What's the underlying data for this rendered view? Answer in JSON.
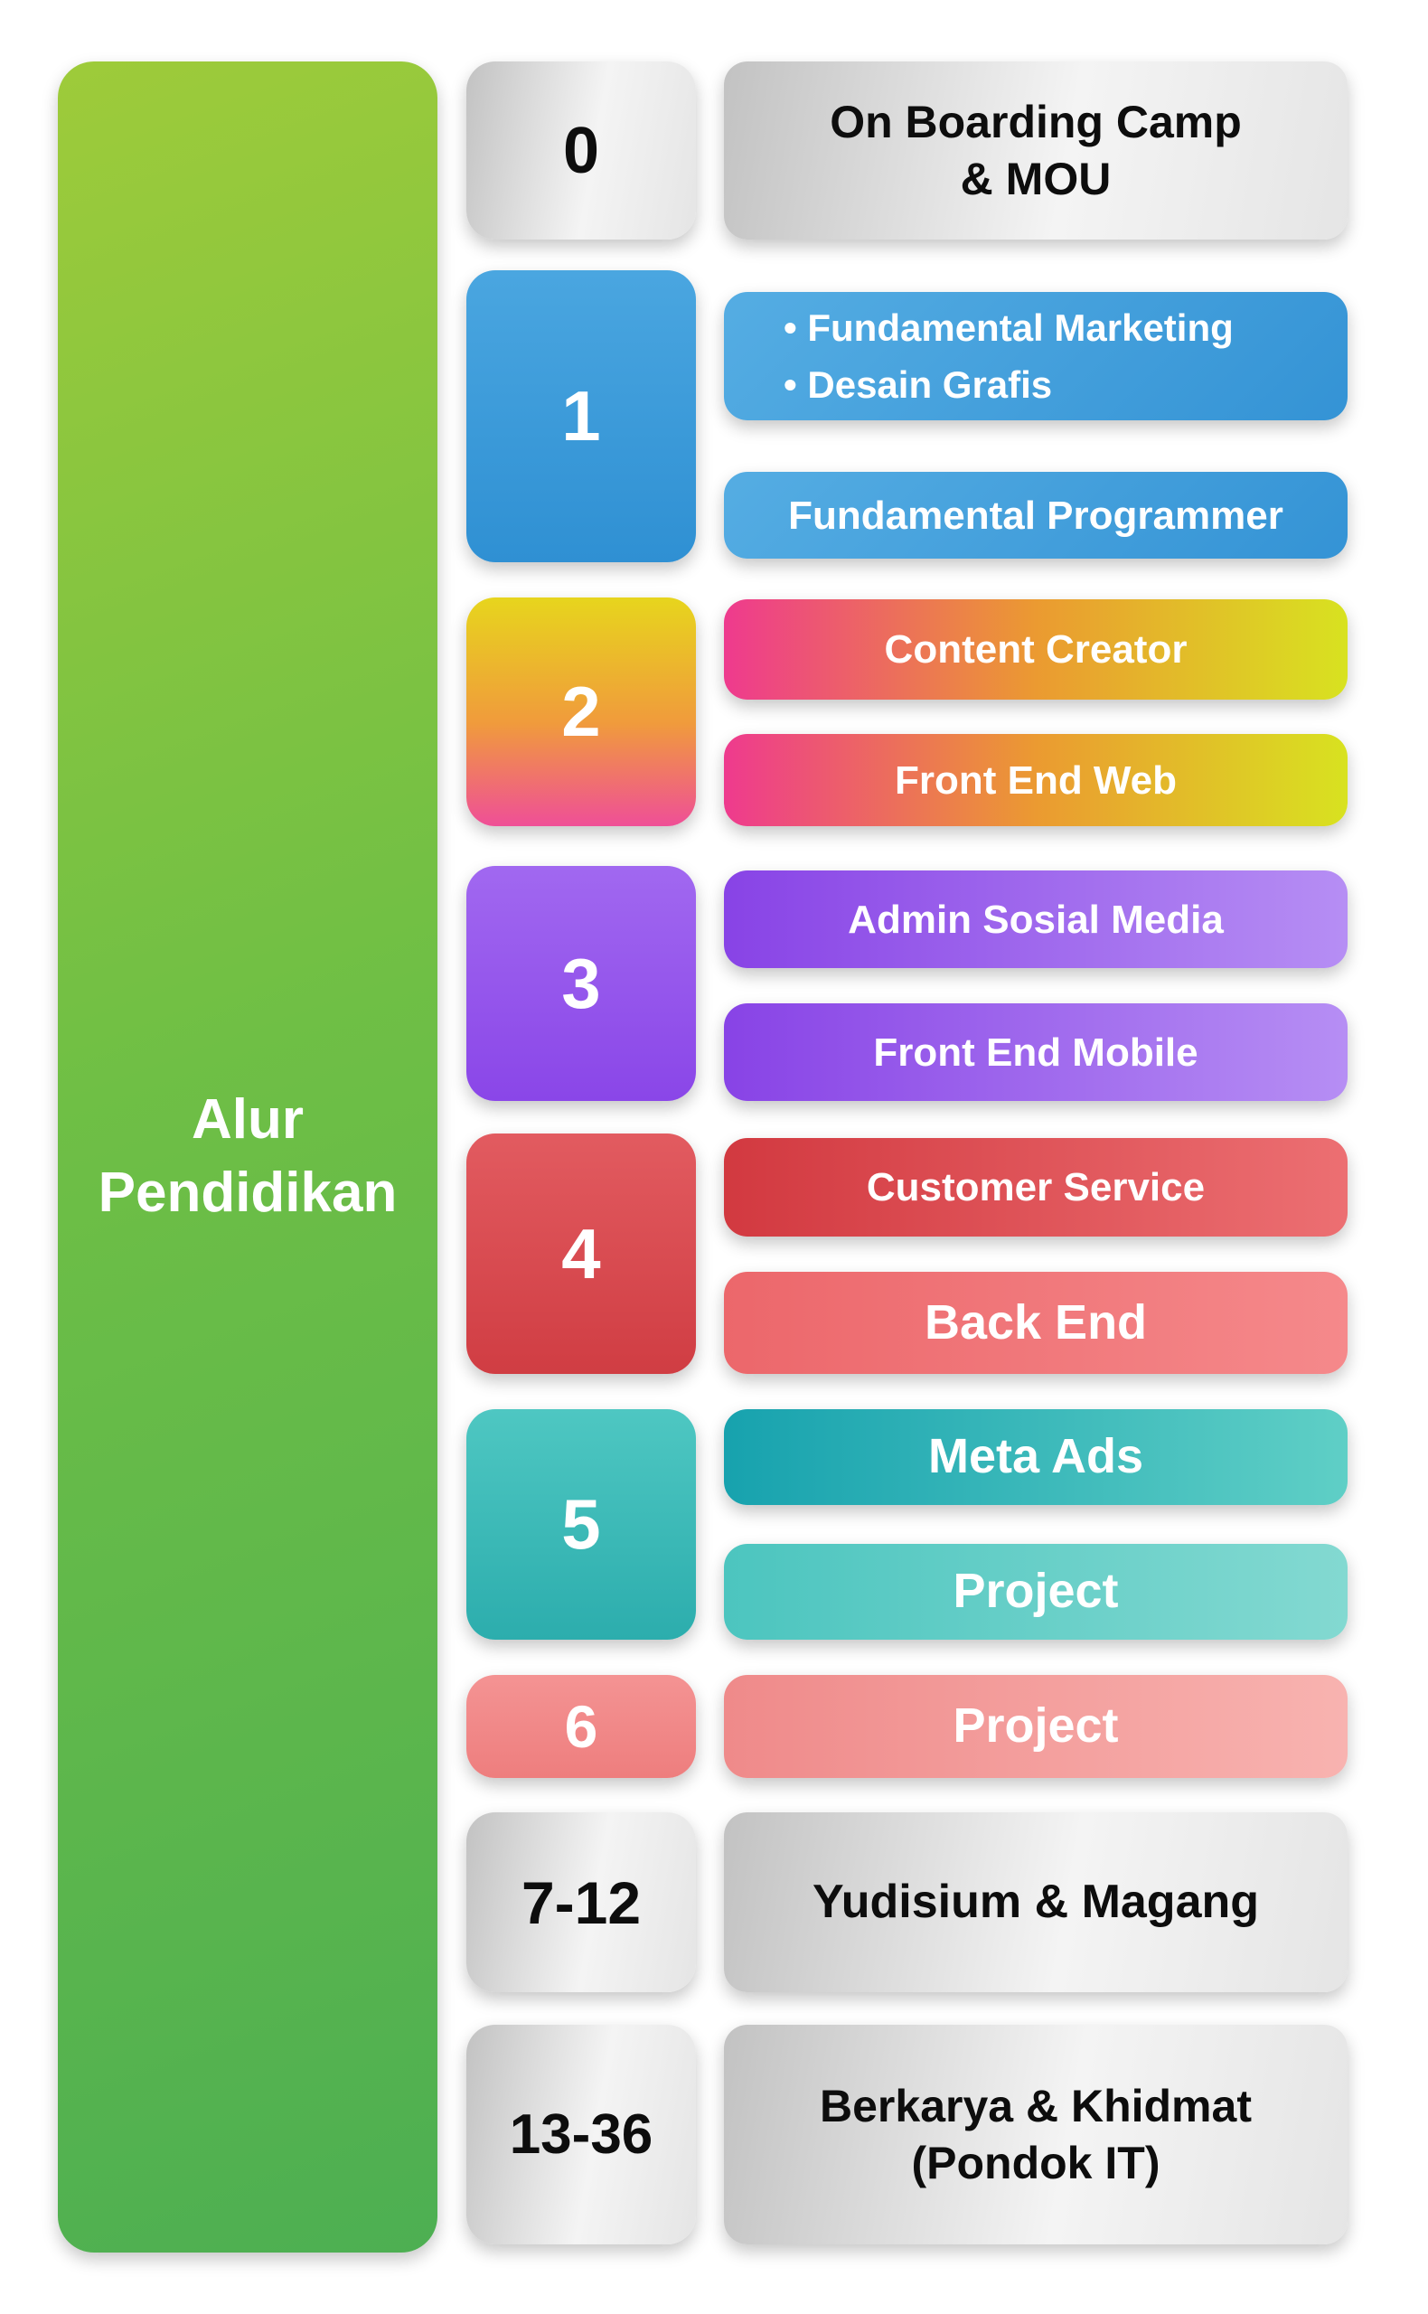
{
  "title": "Alur Pendidikan",
  "stage0": {
    "num": "0",
    "box1_line1": "On Boarding Camp",
    "box1_line2": "& MOU"
  },
  "stage1": {
    "num": "1",
    "box1_bullet1": "• Fundamental Marketing",
    "box1_bullet2": "• Desain Grafis",
    "box2": "Fundamental Programmer"
  },
  "stage2": {
    "num": "2",
    "box1": "Content Creator",
    "box2": "Front End Web"
  },
  "stage3": {
    "num": "3",
    "box1": "Admin Sosial Media",
    "box2": "Front End Mobile"
  },
  "stage4": {
    "num": "4",
    "box1": "Customer Service",
    "box2": "Back End"
  },
  "stage5": {
    "num": "5",
    "box1": "Meta Ads",
    "box2": "Project"
  },
  "stage6": {
    "num": "6",
    "box1": "Project"
  },
  "stage7_12": {
    "num": "7-12",
    "box1": "Yudisium & Magang"
  },
  "stage13_36": {
    "num": "13-36",
    "box1_line1": "Berkarya & Khidmat",
    "box1_line2": "(Pondok IT)"
  },
  "colors": {
    "green": "#6fbf45",
    "silver": "#d9d9d9",
    "blue": "#3a9ad9",
    "yellow": "#e7d51d",
    "pink": "#ee3a8e",
    "purple": "#9b5cf0",
    "red": "#d9464c",
    "teal": "#3bbcb8",
    "salmon": "#f18c8c",
    "text_on_color": "#ffffff",
    "text_on_silver": "#0d0d0d"
  }
}
